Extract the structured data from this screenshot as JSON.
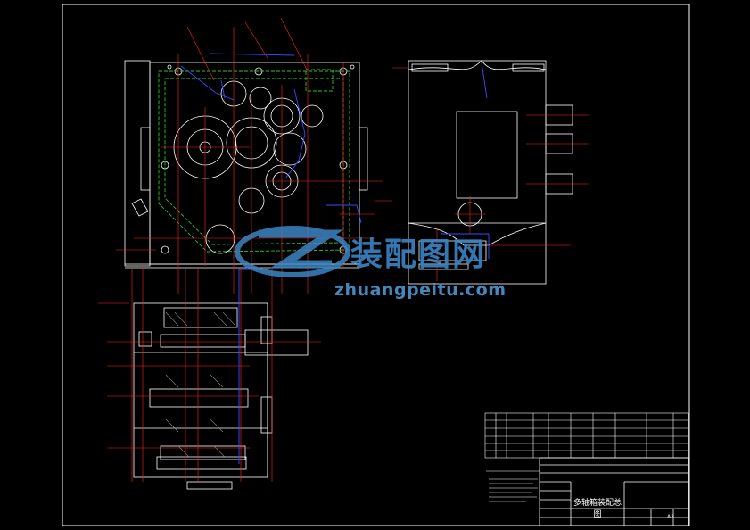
{
  "watermark": {
    "chinese": "装配图网",
    "url": "zhuangpeitu.com"
  },
  "title_block": {
    "drawing_title": "多轴箱装配总图",
    "sheet_size": "A3"
  },
  "colors": {
    "background": "#000000",
    "outline": "#ffffff",
    "centerline": "#ff2020",
    "hidden": "#22cc22",
    "dimension": "#3050ff",
    "watermark": "#3b84c4"
  }
}
